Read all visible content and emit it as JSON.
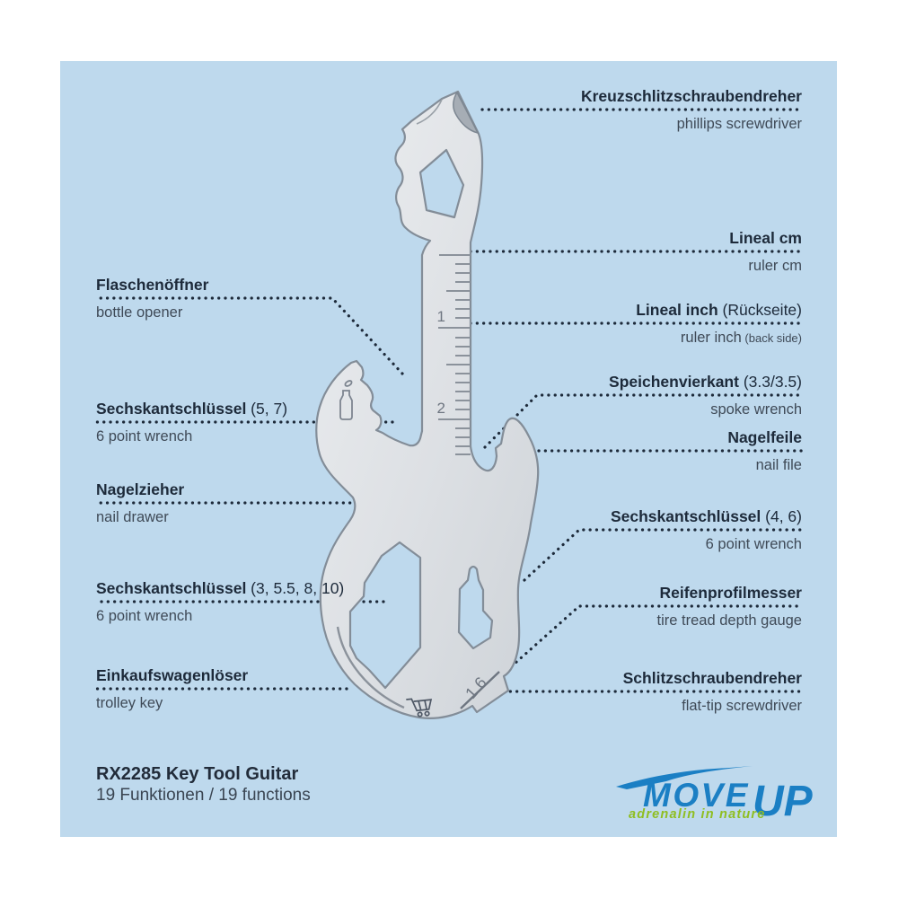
{
  "panel": {
    "background_color": "#bed9ed",
    "page_color": "#ffffff"
  },
  "callouts": {
    "right": [
      {
        "de_bold": "Kreuzschlitzschraubendreher",
        "de_reg": "",
        "en": "phillips screwdriver",
        "en_small": ""
      },
      {
        "de_bold": "Lineal cm",
        "de_reg": "",
        "en": "ruler cm",
        "en_small": ""
      },
      {
        "de_bold": "Lineal inch",
        "de_reg": " (Rückseite)",
        "en": "ruler inch",
        "en_small": " (back side)"
      },
      {
        "de_bold": "Speichenvierkant",
        "de_reg": " (3.3/3.5)",
        "en": "spoke wrench",
        "en_small": ""
      },
      {
        "de_bold": "Nagelfeile",
        "de_reg": "",
        "en": "nail file",
        "en_small": ""
      },
      {
        "de_bold": "Sechskantschlüssel",
        "de_reg": " (4, 6)",
        "en": "6 point wrench",
        "en_small": ""
      },
      {
        "de_bold": "Reifenprofilmesser",
        "de_reg": "",
        "en": "tire tread depth gauge",
        "en_small": ""
      },
      {
        "de_bold": "Schlitzschraubendreher",
        "de_reg": "",
        "en": "flat-tip screwdriver",
        "en_small": ""
      }
    ],
    "left": [
      {
        "de_bold": "Flaschenöffner",
        "de_reg": "",
        "en": "bottle opener",
        "en_small": ""
      },
      {
        "de_bold": "Sechskantschlüssel",
        "de_reg": " (5, 7)",
        "en": "6 point wrench",
        "en_small": ""
      },
      {
        "de_bold": "Nagelzieher",
        "de_reg": "",
        "en": "nail drawer",
        "en_small": ""
      },
      {
        "de_bold": "Sechskantschlüssel",
        "de_reg": " (3, 5.5, 8, 10)",
        "en": "6 point wrench",
        "en_small": ""
      },
      {
        "de_bold": "Einkaufswagenlöser",
        "de_reg": "",
        "en": "trolley key",
        "en_small": ""
      }
    ]
  },
  "tool": {
    "name": "guitar-shaped key multitool",
    "body_color": "#dde0e4",
    "outline_color": "#838d98",
    "ruler_mark_1": "1",
    "ruler_mark_2": "2",
    "tread_depth_engraving": "1.6",
    "icons": [
      "bottle-icon",
      "shopping-cart-icon"
    ]
  },
  "product": {
    "title": "RX2285 Key Tool Guitar",
    "subtitle": "19 Funktionen / 19 functions"
  },
  "brand": {
    "word1": "MOVE",
    "word2": "UP",
    "tagline": "adrenalin in nature",
    "blue": "#1b7fc4",
    "green": "#8fbe21"
  }
}
